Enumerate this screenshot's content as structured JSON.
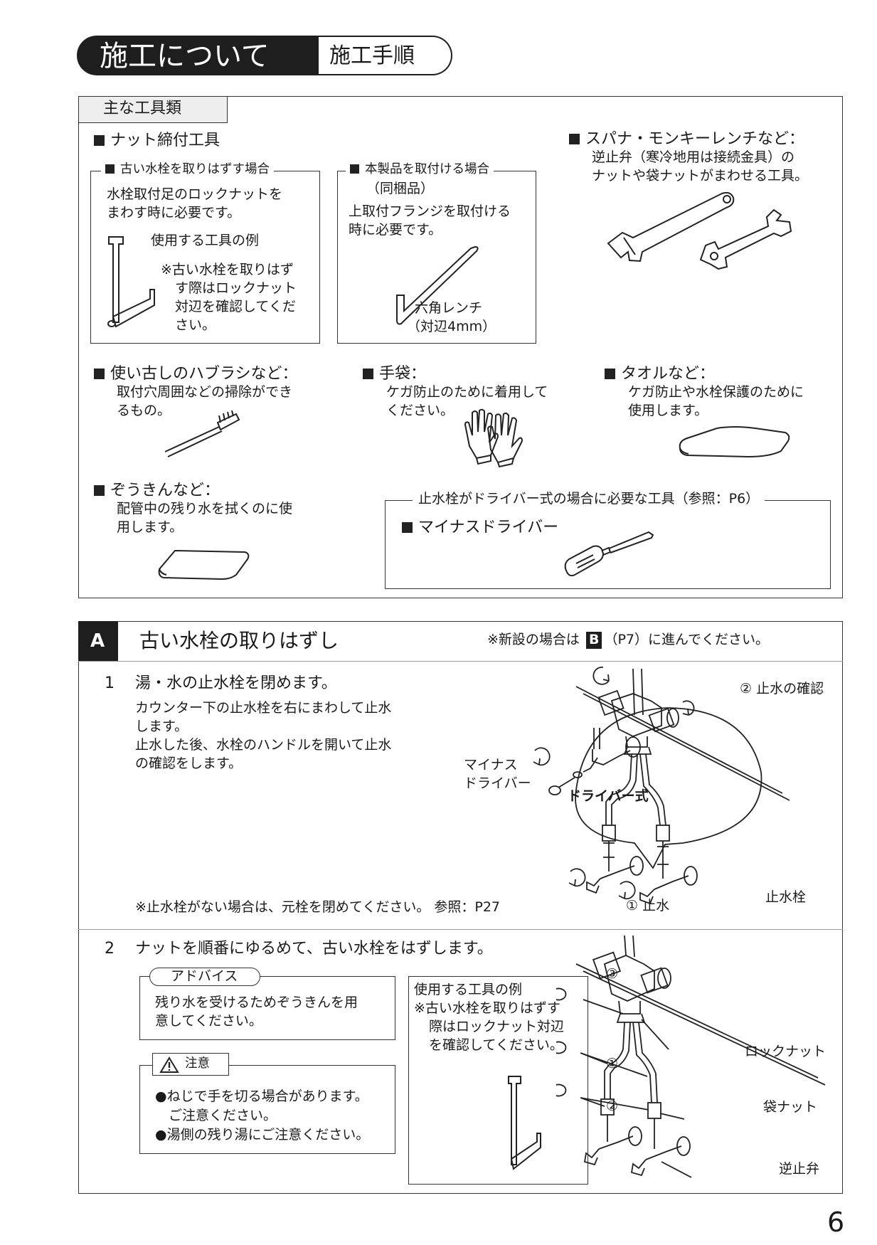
{
  "header": {
    "title": "施工について",
    "subtitle": "施工手順"
  },
  "tools": {
    "label": "主な工具類",
    "nut_tool": {
      "heading": "ナット締付工具",
      "old": {
        "title": "古い水栓を取りはずす場合",
        "desc1": "水栓取付足のロックナットを",
        "desc2": "まわす時に必要です。",
        "example": "使用する工具の例",
        "note1": "※古い水栓を取りはず",
        "note2": "す際はロックナット",
        "note3": "対辺を確認してくだ",
        "note4": "さい。"
      },
      "new": {
        "title": "本製品を取付ける場合",
        "title2": "（同梱品）",
        "desc1": "上取付フランジを取付ける",
        "desc2": "時に必要です。",
        "hex1": "六角レンチ",
        "hex2": "（対辺4mm）"
      }
    },
    "spanner": {
      "heading": "スパナ・モンキーレンチなど：",
      "desc1": "逆止弁（寒冷地用は接続金具）の",
      "desc2": "ナットや袋ナットがまわせる工具。"
    },
    "brush": {
      "heading": "使い古しのハブラシなど：",
      "desc1": "取付穴周囲などの掃除ができ",
      "desc2": "るもの。"
    },
    "gloves": {
      "heading": "手袋：",
      "desc1": "ケガ防止のために着用して",
      "desc2": "ください。"
    },
    "towel": {
      "heading": "タオルなど：",
      "desc1": "ケガ防止や水栓保護のために",
      "desc2": "使用します。"
    },
    "rag": {
      "heading": "ぞうきんなど：",
      "desc1": "配管中の残り水を拭くのに使",
      "desc2": "用します。"
    },
    "driver": {
      "title": "止水栓がドライバー式の場合に必要な工具（参照：P6）",
      "heading": "マイナスドライバー"
    }
  },
  "sectionA": {
    "badge": "A",
    "title": "古い水栓の取りはずし",
    "note_pre": "※新設の場合は",
    "note_badge": "B",
    "note_post": "（P7）に進んでください。",
    "step1": {
      "num": "1",
      "title": "湯・水の止水栓を閉めます。",
      "desc1": "カウンター下の止水栓を右にまわして止水",
      "desc2": "します。",
      "desc3": "止水した後、水栓のハンドルを開いて止水",
      "desc4": "の確認をします。",
      "footnote": "※止水栓がない場合は、元栓を閉めてください。 参照：P27",
      "labels": {
        "driver1": "マイナス",
        "driver2": "ドライバー",
        "driver_type": "ドライバー式",
        "check": "② 止水の確認",
        "stop": "① 止水",
        "valve": "止水栓"
      }
    },
    "step2": {
      "num": "2",
      "title": "ナットを順番にゆるめて、古い水栓をはずします。",
      "advice": {
        "title": "アドバイス",
        "line1": "残り水を受けるためぞうきんを用",
        "line2": "意してください。"
      },
      "caution": {
        "title": "注意",
        "line1": "●ねじで手を切る場合があります。",
        "line2": "ご注意ください。",
        "line3": "●湯側の残り湯にご注意ください。"
      },
      "tool": {
        "title": "使用する工具の例",
        "line1": "※古い水栓を取りはずす",
        "line2": "際はロックナット対辺",
        "line3": "を確認してください。"
      },
      "labels": {
        "n3": "③",
        "n1": "①",
        "n2": "②",
        "locknut": "ロックナット",
        "bagnut": "袋ナット",
        "checkvalve": "逆止弁"
      }
    }
  },
  "page_number": "6"
}
